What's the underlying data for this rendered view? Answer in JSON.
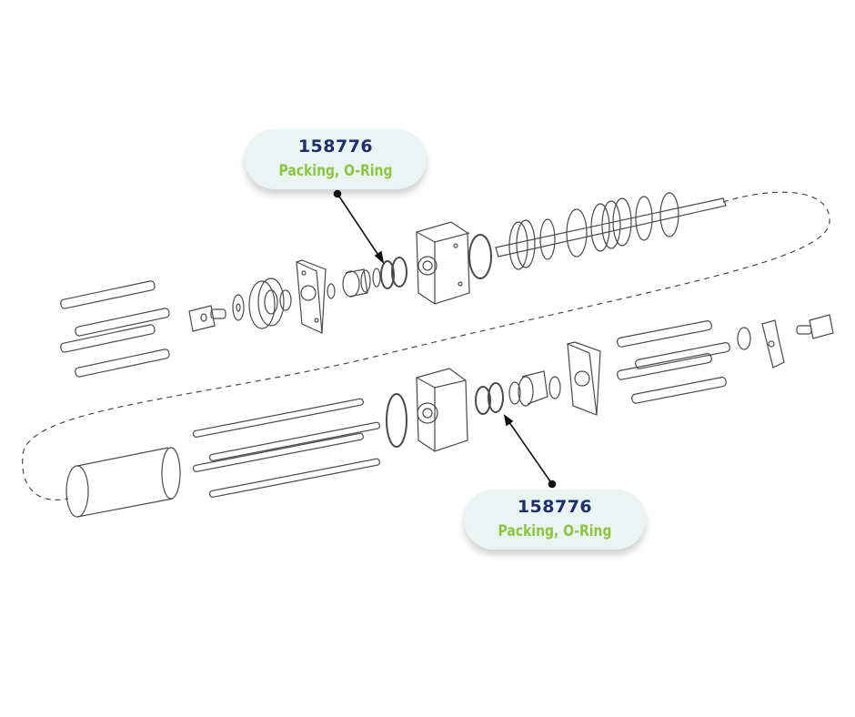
{
  "callouts": [
    {
      "part_number": "158776",
      "description": "Packing, O-Ring"
    },
    {
      "part_number": "158776",
      "description": "Packing, O-Ring"
    }
  ],
  "colors": {
    "part_number": "#1e2f6b",
    "description": "#8cc63f",
    "callout_bg": "#eaf4f2",
    "line_art": "#4a4a4a"
  }
}
